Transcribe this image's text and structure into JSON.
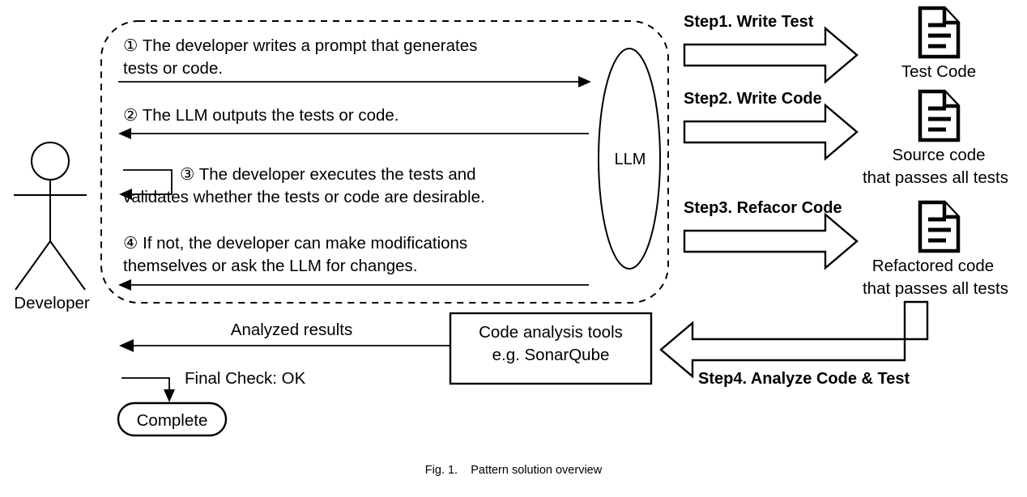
{
  "figure": {
    "caption": "Fig. 1.    Pattern solution overview",
    "actor_label": "Developer",
    "llm_label": "LLM"
  },
  "interaction_steps": [
    {
      "id": "step-1",
      "marker": "①",
      "line1": "① The developer writes a prompt that generates",
      "line2": "tests or code.",
      "direction": "developer-to-llm"
    },
    {
      "id": "step-2",
      "marker": "②",
      "line1": "② The LLM outputs the tests or code.",
      "line2": "",
      "direction": "llm-to-developer"
    },
    {
      "id": "step-3",
      "marker": "③",
      "line1": "③ The developer executes the tests and",
      "line2": "validates whether the tests or code are desirable.",
      "direction": "developer-self-loop"
    },
    {
      "id": "step-4",
      "marker": "④",
      "line1": "④ If not, the developer can make modifications",
      "line2": "themselves or ask the LLM for changes.",
      "direction": "llm-to-developer"
    }
  ],
  "pipeline_steps": [
    {
      "id": "pipeline-step-1",
      "label": "Step1. Write Test",
      "artifact_lines": [
        "Test Code"
      ],
      "artifact_icon": "document-icon"
    },
    {
      "id": "pipeline-step-2",
      "label": "Step2. Write Code",
      "artifact_lines": [
        "Source code",
        "that passes all tests"
      ],
      "artifact_icon": "document-icon"
    },
    {
      "id": "pipeline-step-3",
      "label": "Step3. Refacor Code",
      "artifact_lines": [
        "Refactored code",
        "that passes all tests"
      ],
      "artifact_icon": "document-icon"
    },
    {
      "id": "pipeline-step-4",
      "label": "Step4. Analyze Code & Test",
      "artifact_lines": [],
      "artifact_icon": ""
    }
  ],
  "analysis": {
    "tool_box_line1": "Code analysis tools",
    "tool_box_line2": "e.g. SonarQube",
    "results_arrow_label": "Analyzed results",
    "final_check_label": "Final Check: OK",
    "terminal_label": "Complete"
  },
  "colors": {
    "stroke": "#000000",
    "fill": "#ffffff",
    "background": "#ffffff"
  }
}
